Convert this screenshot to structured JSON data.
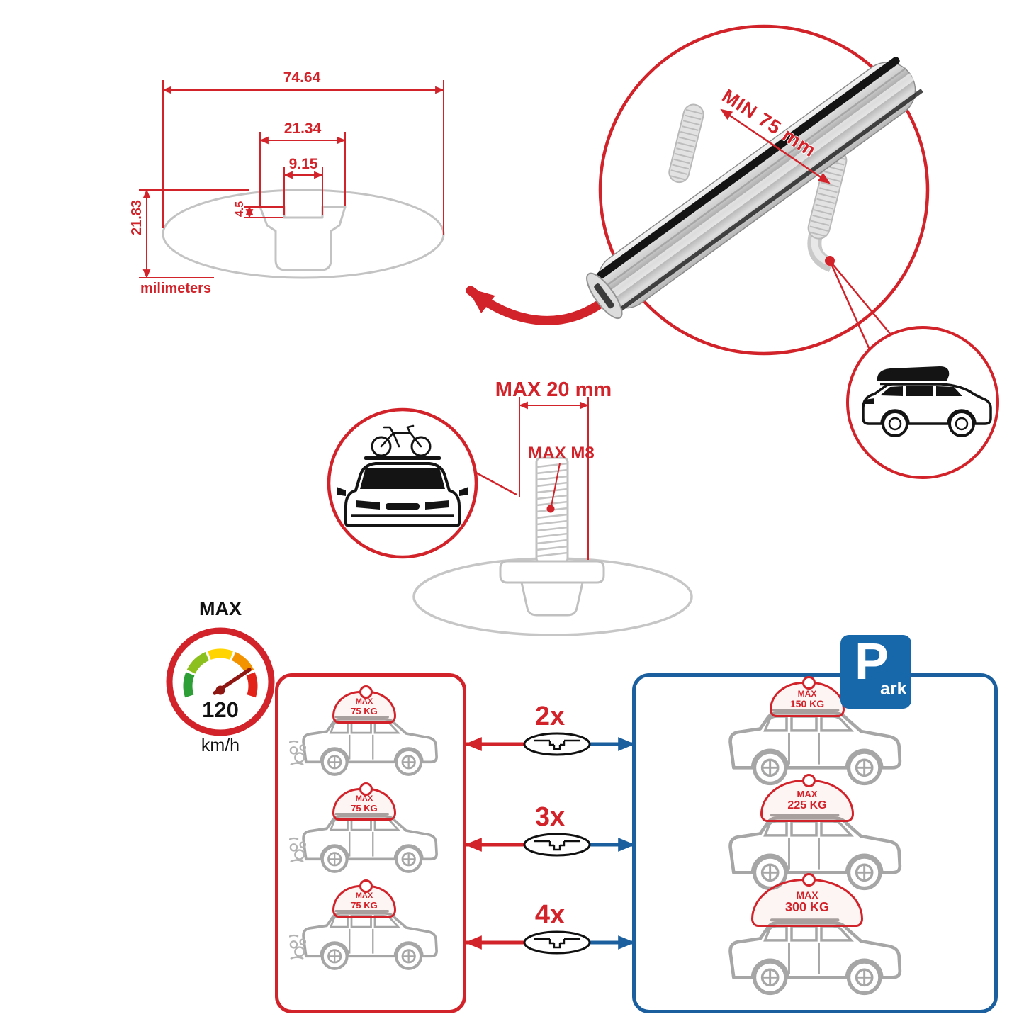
{
  "colors": {
    "accent_red": "#d2232a",
    "accent_blue": "#1b5f9e",
    "parking_blue": "#1767ab",
    "line_gray": "#c3c3c3",
    "car_gray": "#a6a6a6",
    "ink": "#141414"
  },
  "cross_section_diagram": {
    "total_width_mm": "74.64",
    "shoulder_width_mm": "21.34",
    "slot_width_mm": "9.15",
    "lip_depth_mm": "4.5",
    "total_height_mm": "21.83",
    "units_label": "milimeters"
  },
  "bar_closeup": {
    "min_clamp_span_label": "MIN 75 mm"
  },
  "mount_bolt": {
    "max_clamp_width_label": "MAX 20 mm",
    "max_thread_label": "MAX M8"
  },
  "speed_limit": {
    "heading": "MAX",
    "value": "120",
    "unit": "km/h"
  },
  "parking_sign": {
    "letter": "P",
    "suffix": "ark"
  },
  "crossbar_counts": [
    "2x",
    "3x",
    "4x"
  ],
  "driving_loads": [
    {
      "label": "MAX",
      "weight": "75 KG"
    },
    {
      "label": "MAX",
      "weight": "75 KG"
    },
    {
      "label": "MAX",
      "weight": "75 KG"
    }
  ],
  "parked_loads": [
    {
      "label": "MAX",
      "weight": "150 KG"
    },
    {
      "label": "MAX",
      "weight": "225 KG"
    },
    {
      "label": "MAX",
      "weight": "300 KG"
    }
  ]
}
